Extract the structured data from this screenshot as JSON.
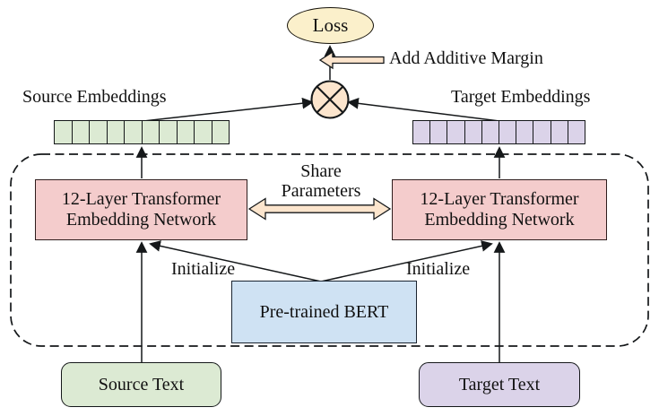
{
  "diagram": {
    "loss_label": "Loss",
    "add_additive_margin_label": "Add Additive Margin",
    "source_embeddings_label": "Source Embeddings",
    "target_embeddings_label": "Target Embeddings",
    "share_parameters_line1": "Share",
    "share_parameters_line2": "Parameters",
    "encoder_line1": "12-Layer Transformer",
    "encoder_line2": "Embedding Network",
    "initialize_left_label": "Initialize",
    "initialize_right_label": "Initialize",
    "bert_label": "Pre-trained BERT",
    "source_text_label": "Source Text",
    "target_text_label": "Target Text",
    "multiply_icon_symbol": "circled-times"
  },
  "embeddings": {
    "cells_per_row": 10
  },
  "colors": {
    "loss_fill": "#FBF0CB",
    "peach_fill": "#FCE5CD",
    "encoder_fill": "#F4CCCC",
    "bert_fill": "#CFE2F3",
    "source_fill": "#DCEAD3",
    "target_fill": "#DBD3E9",
    "line": "#15181a"
  }
}
